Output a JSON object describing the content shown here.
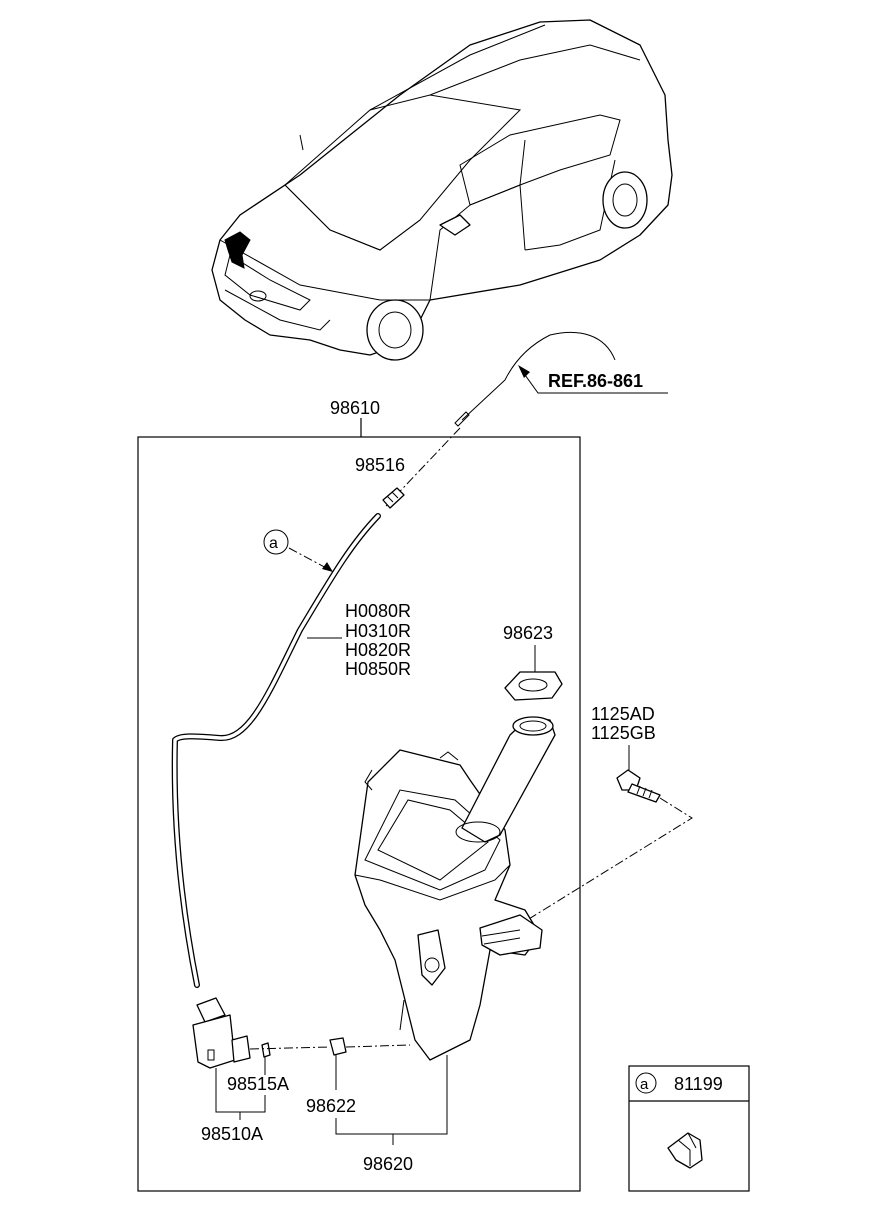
{
  "reference": {
    "label": "REF.86-861"
  },
  "assembly": {
    "label": "98610"
  },
  "parts": {
    "nozzle": "98516",
    "hose_codes": [
      "H0080R",
      "H0310R",
      "H0820R",
      "H0850R"
    ],
    "cap": "98623",
    "bolt_codes": [
      "1125AD",
      "1125GB"
    ],
    "grommet": "98515A",
    "pump": "98510A",
    "clip": "98622",
    "reservoir": "98620"
  },
  "callout": {
    "marker": "a",
    "part": "81199"
  }
}
